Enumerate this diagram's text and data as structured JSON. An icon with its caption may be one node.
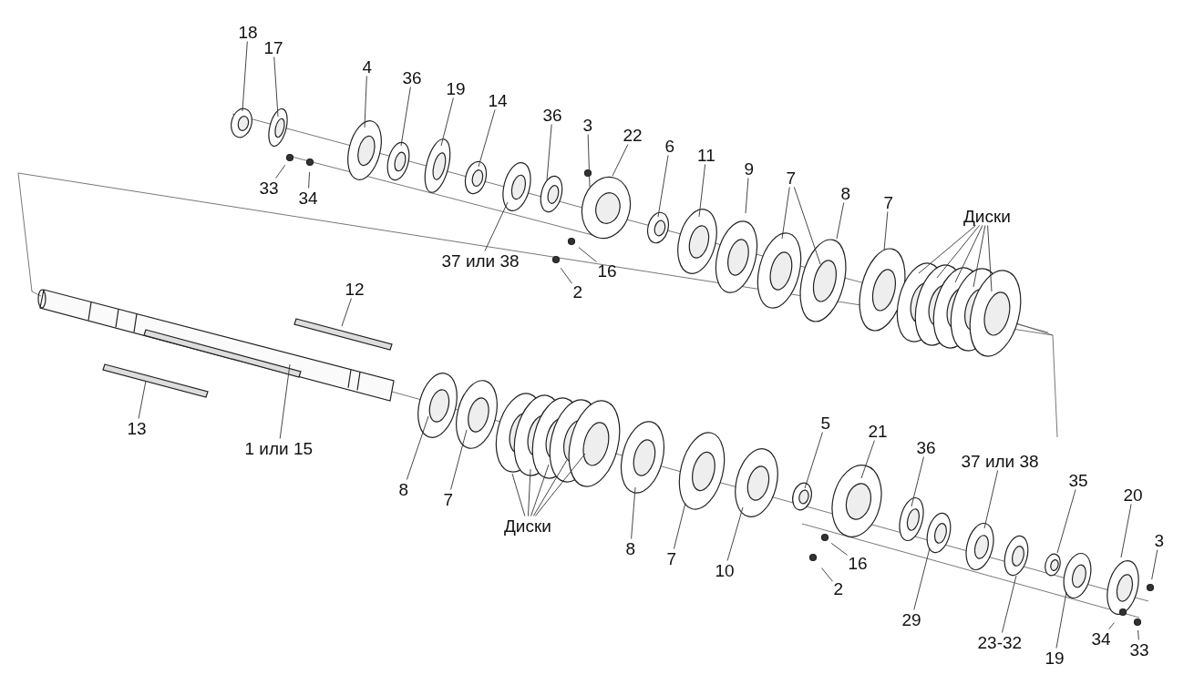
{
  "diagram": {
    "nodes": [
      {
        "text": [
          "18"
        ]
      },
      {
        "text": [
          "17"
        ]
      },
      {
        "text": [
          "4"
        ]
      },
      {
        "text": [
          "36"
        ]
      },
      {
        "text": [
          "19"
        ]
      },
      {
        "text": [
          "14"
        ]
      },
      {
        "text": [
          "36"
        ]
      },
      {
        "text": [
          "3"
        ]
      },
      {
        "text": [
          "22"
        ]
      },
      {
        "text": [
          "6"
        ]
      },
      {
        "text": [
          "11"
        ]
      },
      {
        "text": [
          "9"
        ]
      },
      {
        "text": [
          "7"
        ]
      },
      {
        "text": [
          "8"
        ]
      },
      {
        "text": [
          "7"
        ]
      },
      {
        "text": [
          "Диски"
        ]
      },
      {
        "text": [
          "33"
        ]
      },
      {
        "text": [
          "34"
        ]
      },
      {
        "text": [
          "37 или 38"
        ]
      },
      {
        "text": [
          "16"
        ]
      },
      {
        "text": [
          "2"
        ]
      },
      {
        "text": [
          "12"
        ]
      },
      {
        "text": [
          "13"
        ]
      },
      {
        "text": [
          "1 или 15"
        ]
      },
      {
        "text": [
          "8"
        ]
      },
      {
        "text": [
          "7"
        ]
      },
      {
        "text": [
          "Диски"
        ]
      },
      {
        "text": [
          "8"
        ]
      },
      {
        "text": [
          "7"
        ]
      },
      {
        "text": [
          "10"
        ]
      },
      {
        "text": [
          "5"
        ]
      },
      {
        "text": [
          "21"
        ]
      },
      {
        "text": [
          "36"
        ]
      },
      {
        "text": [
          "37 или 38"
        ]
      },
      {
        "text": [
          "35"
        ]
      },
      {
        "text": [
          "20"
        ]
      },
      {
        "text": [
          "3"
        ]
      },
      {
        "text": [
          "16"
        ]
      },
      {
        "text": [
          "2"
        ]
      },
      {
        "text": [
          "29"
        ]
      },
      {
        "text": [
          "23-32"
        ]
      },
      {
        "text": [
          "19"
        ]
      },
      {
        "text": [
          "34"
        ]
      },
      {
        "text": [
          "33"
        ]
      }
    ],
    "edges": [
      {
        "from": 0,
        "to": null,
        "arrow": "none"
      },
      {
        "from": 1,
        "to": null,
        "arrow": "none"
      },
      {
        "from": 2,
        "to": null,
        "arrow": "none"
      },
      {
        "from": 3,
        "to": null,
        "arrow": "none"
      },
      {
        "from": 4,
        "to": null,
        "arrow": "none"
      },
      {
        "from": 5,
        "to": null,
        "arrow": "none"
      },
      {
        "from": 6,
        "to": null,
        "arrow": "none"
      },
      {
        "from": 7,
        "to": null,
        "arrow": "none"
      },
      {
        "from": 8,
        "to": null,
        "arrow": "none"
      },
      {
        "from": 9,
        "to": null,
        "arrow": "none"
      },
      {
        "from": 10,
        "to": null,
        "arrow": "none"
      },
      {
        "from": 11,
        "to": null,
        "arrow": "none"
      },
      {
        "from": 12,
        "to": null,
        "arrow": "none"
      },
      {
        "from": 12,
        "to": null,
        "arrow": "none"
      },
      {
        "from": 13,
        "to": null,
        "arrow": "none"
      },
      {
        "from": 14,
        "to": null,
        "arrow": "none"
      },
      {
        "from": 15,
        "to": null,
        "arrow": "none"
      },
      {
        "from": 15,
        "to": null,
        "arrow": "none"
      },
      {
        "from": 15,
        "to": null,
        "arrow": "none"
      },
      {
        "from": 15,
        "to": null,
        "arrow": "none"
      },
      {
        "from": 15,
        "to": null,
        "arrow": "none"
      },
      {
        "from": 16,
        "to": null,
        "arrow": "none"
      },
      {
        "from": 17,
        "to": null,
        "arrow": "none"
      },
      {
        "from": 18,
        "to": null,
        "arrow": "none"
      },
      {
        "from": 19,
        "to": null,
        "arrow": "none"
      },
      {
        "from": 20,
        "to": null,
        "arrow": "none"
      },
      {
        "from": 21,
        "to": null,
        "arrow": "none"
      },
      {
        "from": 22,
        "to": null,
        "arrow": "none"
      },
      {
        "from": 23,
        "to": null,
        "arrow": "none"
      },
      {
        "from": 24,
        "to": null,
        "arrow": "none"
      },
      {
        "from": 25,
        "to": null,
        "arrow": "none"
      },
      {
        "from": 26,
        "to": null,
        "arrow": "none"
      },
      {
        "from": 26,
        "to": null,
        "arrow": "none"
      },
      {
        "from": 26,
        "to": null,
        "arrow": "none"
      },
      {
        "from": 26,
        "to": null,
        "arrow": "none"
      },
      {
        "from": 26,
        "to": null,
        "arrow": "none"
      },
      {
        "from": 27,
        "to": null,
        "arrow": "none"
      },
      {
        "from": 28,
        "to": null,
        "arrow": "none"
      },
      {
        "from": 29,
        "to": null,
        "arrow": "none"
      },
      {
        "from": 30,
        "to": null,
        "arrow": "none"
      },
      {
        "from": 31,
        "to": null,
        "arrow": "none"
      },
      {
        "from": 32,
        "to": null,
        "arrow": "none"
      },
      {
        "from": 33,
        "to": null,
        "arrow": "none"
      },
      {
        "from": 34,
        "to": null,
        "arrow": "none"
      },
      {
        "from": 35,
        "to": null,
        "arrow": "none"
      },
      {
        "from": 36,
        "to": null,
        "arrow": "none"
      },
      {
        "from": 37,
        "to": null,
        "arrow": "none"
      },
      {
        "from": 38,
        "to": null,
        "arrow": "none"
      },
      {
        "from": 39,
        "to": null,
        "arrow": "none"
      },
      {
        "from": 40,
        "to": null,
        "arrow": "none"
      },
      {
        "from": 41,
        "to": null,
        "arrow": "none"
      },
      {
        "from": 42,
        "to": null,
        "arrow": "none"
      },
      {
        "from": 43,
        "to": null,
        "arrow": "none"
      }
    ]
  }
}
